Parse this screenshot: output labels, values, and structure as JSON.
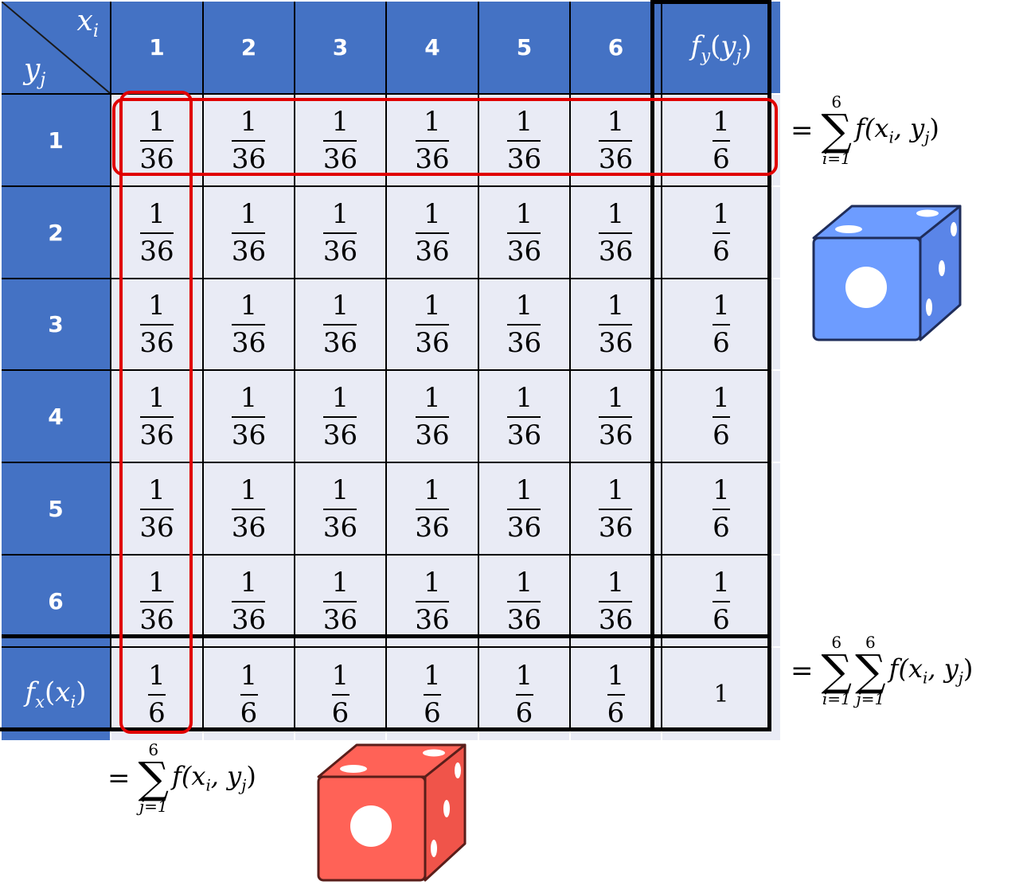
{
  "table": {
    "corner": {
      "col_symbol": "x",
      "col_sub": "i",
      "row_symbol": "y",
      "row_sub": "j"
    },
    "col_headers": [
      "1",
      "2",
      "3",
      "4",
      "5",
      "6"
    ],
    "row_headers": [
      "1",
      "2",
      "3",
      "4",
      "5",
      "6"
    ],
    "marginal_col_header": {
      "f": "f",
      "f_sub": "y",
      "arg": "y",
      "arg_sub": "j"
    },
    "marginal_row_header": {
      "f": "f",
      "f_sub": "x",
      "arg": "x",
      "arg_sub": "i"
    },
    "cell_value": {
      "num": "1",
      "den": "36"
    },
    "marginal_value": {
      "num": "1",
      "den": "6"
    },
    "total": "1"
  },
  "formulas": {
    "row_sum": {
      "eq": "=",
      "upper": "6",
      "lower": "i=1",
      "body": "f(x",
      "s1": "i",
      "mid": ", y",
      "s2": "j",
      "end": ")"
    },
    "col_sum": {
      "eq": "=",
      "upper": "6",
      "lower": "j=1",
      "body": "f(x",
      "s1": "i",
      "mid": ", y",
      "s2": "j",
      "end": ")"
    },
    "total_sum": {
      "eq": "=",
      "upper1": "6",
      "lower1": "i=1",
      "upper2": "6",
      "lower2": "j=1",
      "body": "f(x",
      "s1": "i",
      "mid": ", y",
      "s2": "j",
      "end": ")"
    }
  },
  "colors": {
    "header_bg": "#4472c4",
    "cell_bg": "#e9ebf5",
    "highlight": "#e00000",
    "die_blue": "#6d9cff",
    "die_red": "#ff6257"
  },
  "icons": [
    "blue-die-icon",
    "red-die-icon"
  ]
}
